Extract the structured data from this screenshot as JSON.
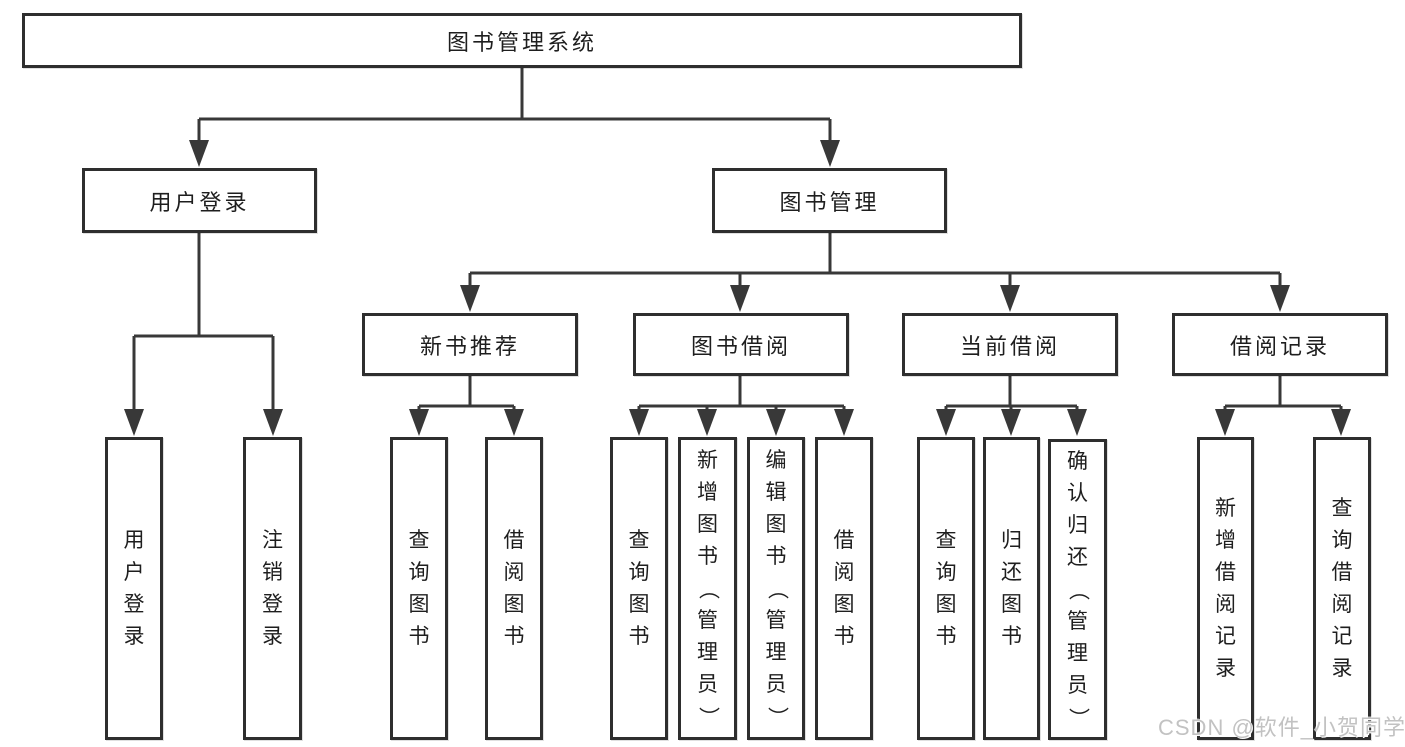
{
  "tree": {
    "label": "图书管理系统",
    "children": [
      {
        "label": "用户登录",
        "children": [
          {
            "label": "用户登录"
          },
          {
            "label": "注销登录"
          }
        ]
      },
      {
        "label": "图书管理",
        "children": [
          {
            "label": "新书推荐",
            "children": [
              {
                "label": "查询图书"
              },
              {
                "label": "借阅图书"
              }
            ]
          },
          {
            "label": "图书借阅",
            "children": [
              {
                "label": "查询图书"
              },
              {
                "label": "新增图书（管理员）"
              },
              {
                "label": "编辑图书（管理员）"
              },
              {
                "label": "借阅图书"
              }
            ]
          },
          {
            "label": "当前借阅",
            "children": [
              {
                "label": "查询图书"
              },
              {
                "label": "归还图书"
              },
              {
                "label": "确认归还（管理员）"
              }
            ]
          },
          {
            "label": "借阅记录",
            "children": [
              {
                "label": "新增借阅记录"
              },
              {
                "label": "查询借阅记录"
              }
            ]
          }
        ]
      }
    ]
  },
  "watermark": "CSDN @软件_小贺同学",
  "colors": {
    "line": "#383838",
    "box_border": "#2e2e2e",
    "background": "#ffffff",
    "watermark": "#c2c2c2"
  }
}
